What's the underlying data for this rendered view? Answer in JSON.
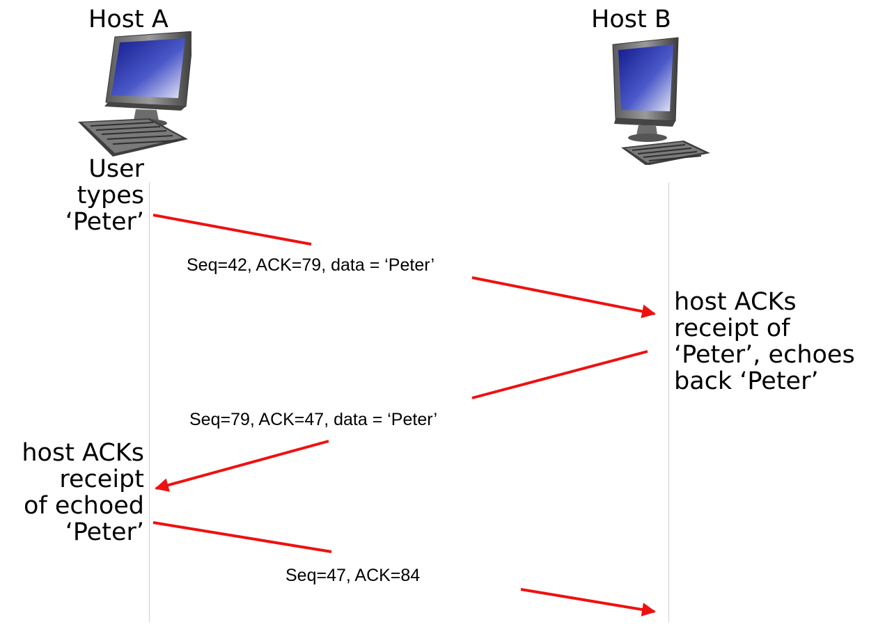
{
  "host_a": {
    "label": "Host A",
    "icon": "desktop-computer-icon"
  },
  "host_b": {
    "label": "Host B",
    "icon": "desktop-computer-icon"
  },
  "left_notes": {
    "user_types": [
      "User",
      "types",
      "‘Peter’"
    ],
    "host_ack_echo": [
      "host ACKs",
      "receipt",
      "of echoed",
      "‘Peter’"
    ]
  },
  "right_notes": {
    "host_ack": [
      "host ACKs",
      "receipt of",
      "‘Peter’, echoes",
      "back ‘Peter’"
    ]
  },
  "messages": [
    {
      "label": "Seq=42, ACK=79, data = ‘Peter’",
      "from": "Host A",
      "to": "Host B"
    },
    {
      "label": "Seq=79, ACK=47, data = ‘Peter’",
      "from": "Host B",
      "to": "Host A"
    },
    {
      "label": "Seq=47, ACK=84",
      "from": "Host A",
      "to": "Host B"
    }
  ],
  "colors": {
    "arrow": "#ee1111",
    "timeline": "#cfcfcf",
    "screen": "#1a1f8a"
  }
}
